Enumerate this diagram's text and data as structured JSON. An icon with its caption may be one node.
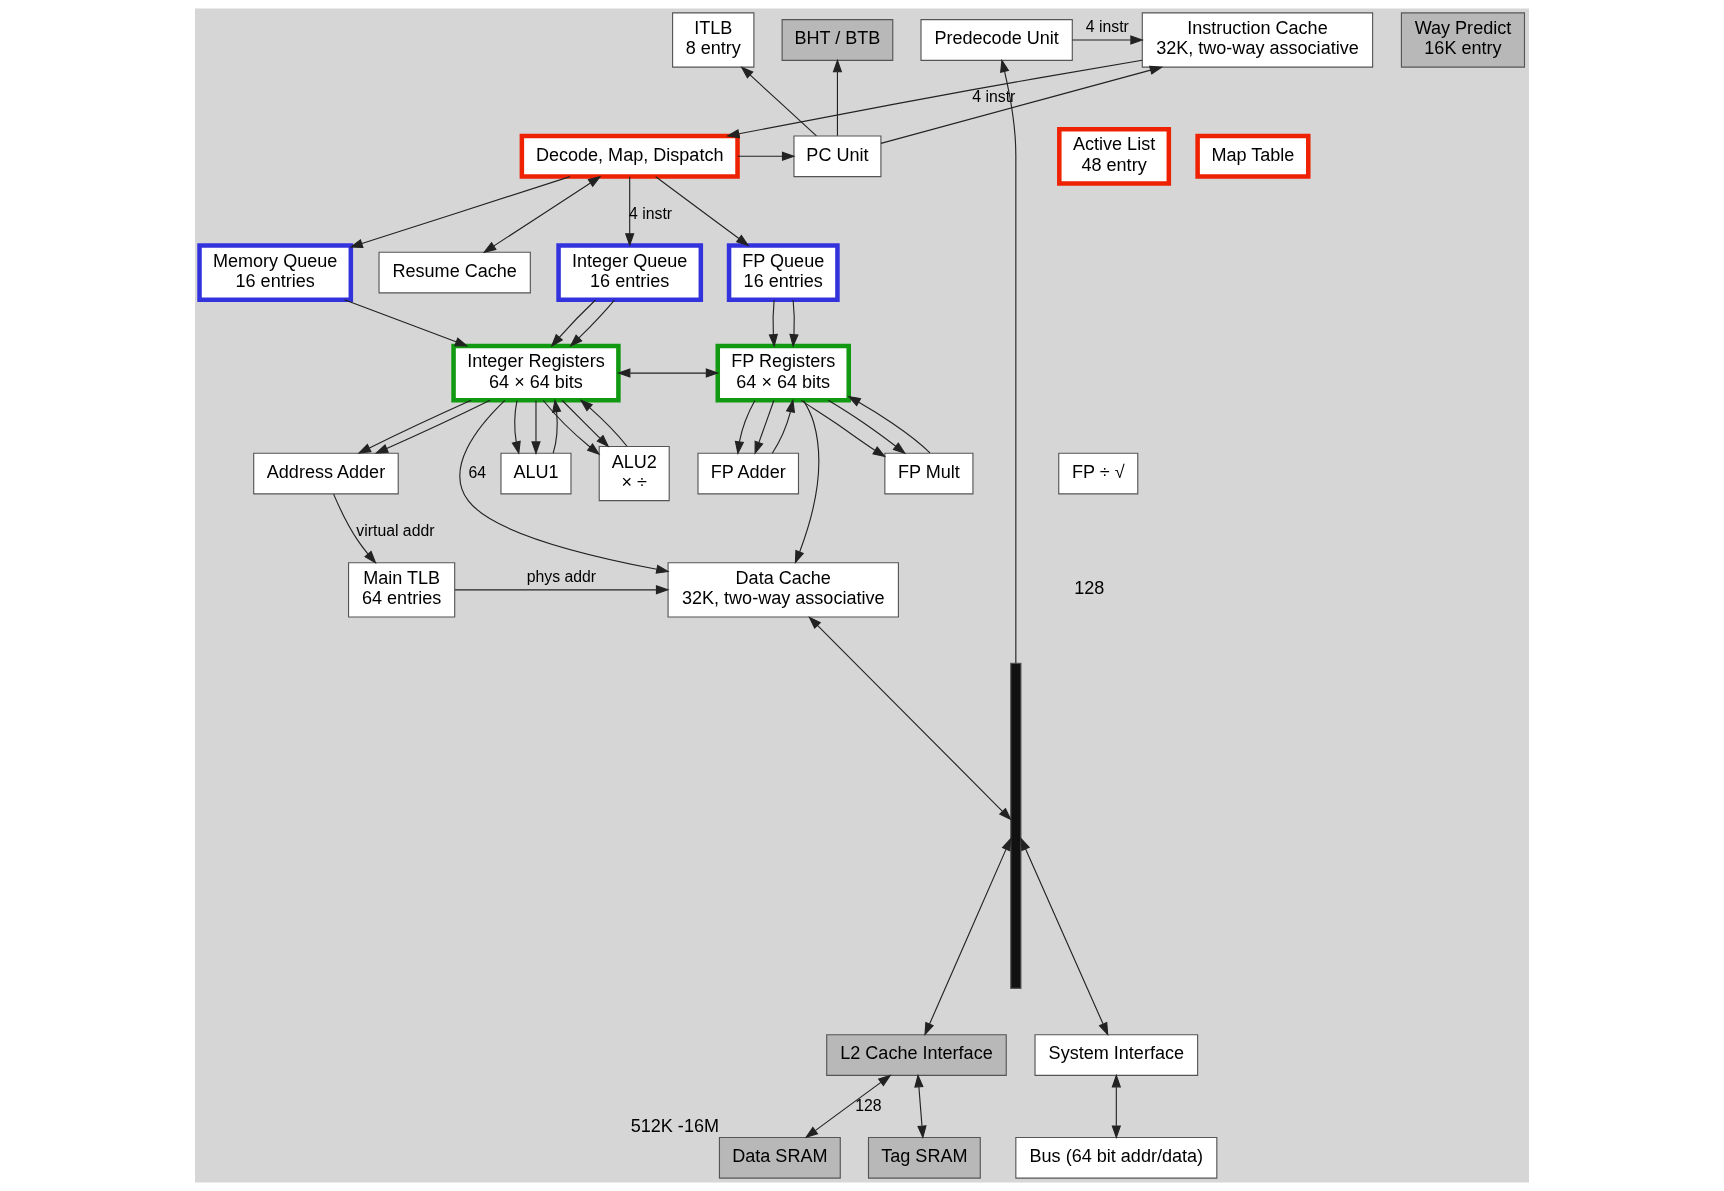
{
  "diagram": {
    "nodes": [
      {
        "text": [
          "ITLB",
          "8 entry"
        ]
      },
      {
        "text": [
          "BHT / BTB"
        ]
      },
      {
        "text": [
          "Instruction Cache",
          "32K, two-way associative"
        ]
      },
      {
        "text": [
          "Predecode Unit"
        ]
      },
      {
        "text": [
          "Resume Cache"
        ]
      },
      {
        "text": [
          "PC Unit"
        ]
      },
      {
        "text": [
          "Decode, Map, Dispatch"
        ]
      },
      {
        "text": [
          "Active List",
          "48 entry"
        ]
      },
      {
        "text": [
          "Map Table"
        ]
      },
      {
        "text": [
          "Memory Queue",
          "16 entries"
        ]
      },
      {
        "text": [
          "Integer Queue",
          "16 entries"
        ]
      },
      {
        "text": [
          "FP Queue",
          "16 entries"
        ]
      },
      {
        "text": [
          "Integer Registers",
          "64 × 64 bits"
        ]
      },
      {
        "text": [
          "FP Registers",
          "64 × 64 bits"
        ]
      },
      {
        "text": [
          "Address Adder"
        ]
      },
      {
        "text": [
          "ALU1"
        ]
      },
      {
        "text": [
          "ALU2",
          "× ÷"
        ]
      },
      {
        "text": [
          "FP ÷ √"
        ]
      },
      {
        "text": [
          "FP Mult"
        ]
      },
      {
        "text": [
          "FP Adder"
        ]
      },
      {
        "text": [
          "Main TLB",
          "64 entries"
        ]
      },
      {
        "text": [
          "Data Cache",
          "32K, two-way associative"
        ]
      },
      {
        "text": [],
        "shape": "bar"
      },
      {
        "text": [
          "L2 Cache Interface"
        ]
      },
      {
        "text": [
          "Way Predict",
          "16K entry"
        ]
      },
      {
        "text": [
          "Tag SRAM"
        ]
      },
      {
        "text": [
          "Data SRAM"
        ],
        "beside": [
          "512K -16M"
        ]
      },
      {
        "text": [
          "System Interface"
        ]
      },
      {
        "text": [
          "Bus (64 bit addr/data)"
        ]
      }
    ],
    "edges": [
      {
        "from": 5,
        "to": 0,
        "arrow": "to"
      },
      {
        "from": 5,
        "to": 1,
        "arrow": "to"
      },
      {
        "from": 5,
        "to": 2,
        "arrow": "to"
      },
      {
        "from": 3,
        "to": 2,
        "arrow": "to",
        "label": "4 instr"
      },
      {
        "from": 22,
        "to": 3,
        "arrow": "to"
      },
      {
        "from": 2,
        "to": 6,
        "arrow": "to",
        "label": "4 instr"
      },
      {
        "from": 6,
        "to": 4,
        "arrow": "both"
      },
      {
        "from": 6,
        "to": 5,
        "arrow": "to"
      },
      {
        "from": 6,
        "to": 9,
        "arrow": "to"
      },
      {
        "from": 6,
        "to": 10,
        "arrow": "to",
        "label": "4 instr"
      },
      {
        "from": 6,
        "to": 11,
        "arrow": "to"
      },
      {
        "from": 9,
        "to": 12,
        "arrow": "to"
      },
      {
        "from": 10,
        "to": 12,
        "arrow": "to"
      },
      {
        "from": 10,
        "to": 12,
        "arrow": "to"
      },
      {
        "from": 11,
        "to": 13,
        "arrow": "to"
      },
      {
        "from": 11,
        "to": 13,
        "arrow": "to"
      },
      {
        "from": 12,
        "to": 13,
        "arrow": "both"
      },
      {
        "from": 12,
        "to": 21,
        "arrow": "to",
        "label": "64"
      },
      {
        "from": 13,
        "to": 21,
        "arrow": "to"
      },
      {
        "from": 12,
        "to": 14,
        "arrow": "to"
      },
      {
        "from": 12,
        "to": 14,
        "arrow": "to"
      },
      {
        "from": 12,
        "to": 15,
        "arrow": "to"
      },
      {
        "from": 12,
        "to": 15,
        "arrow": "to"
      },
      {
        "from": 15,
        "to": 12,
        "arrow": "to"
      },
      {
        "from": 12,
        "to": 16,
        "arrow": "to"
      },
      {
        "from": 12,
        "to": 16,
        "arrow": "to"
      },
      {
        "from": 16,
        "to": 12,
        "arrow": "to"
      },
      {
        "from": 13,
        "to": 18,
        "arrow": "to"
      },
      {
        "from": 13,
        "to": 18,
        "arrow": "to"
      },
      {
        "from": 18,
        "to": 13,
        "arrow": "to"
      },
      {
        "from": 13,
        "to": 19,
        "arrow": "to"
      },
      {
        "from": 13,
        "to": 19,
        "arrow": "to"
      },
      {
        "from": 19,
        "to": 13,
        "arrow": "to"
      },
      {
        "from": 14,
        "to": 20,
        "arrow": "to",
        "label": "virtual addr"
      },
      {
        "from": 20,
        "to": 21,
        "arrow": "to",
        "label": "phys addr"
      },
      {
        "from": 21,
        "to": 22,
        "arrow": "both"
      },
      {
        "from": 22,
        "to": 23,
        "arrow": "both"
      },
      {
        "from": 23,
        "to": 25,
        "arrow": "both"
      },
      {
        "from": 23,
        "to": 26,
        "arrow": "both",
        "label": "128"
      },
      {
        "from": 22,
        "to": 27,
        "arrow": "both"
      },
      {
        "from": 27,
        "to": 28,
        "arrow": "both"
      }
    ],
    "labels": [
      "128"
    ]
  }
}
